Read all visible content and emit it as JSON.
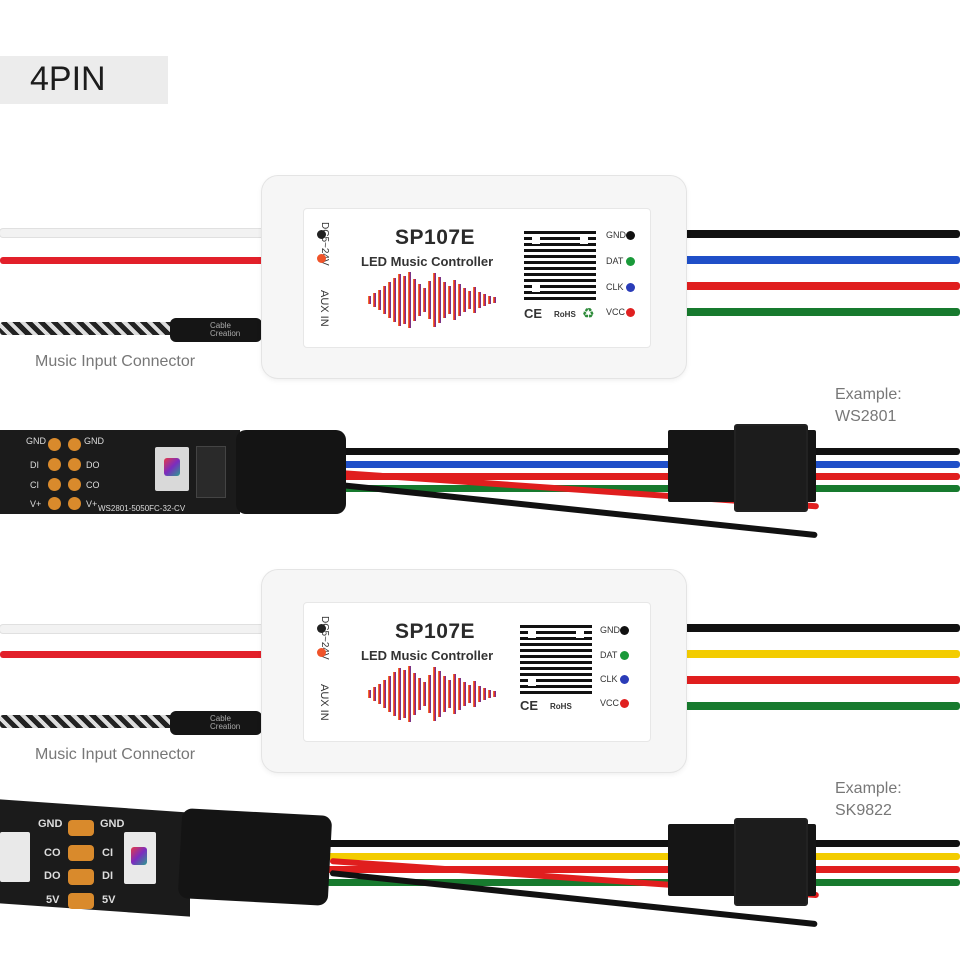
{
  "header": {
    "badge": "4PIN"
  },
  "controllers": [
    {
      "model": "SP107E",
      "subtitle": "LED Music Controller",
      "power": "DC5~24V",
      "aux": "AUX IN",
      "pins": [
        "GND",
        "DAT",
        "CLK",
        "VCC"
      ],
      "pin_colors": [
        "#111111",
        "#1a9a3a",
        "#2a3cb8",
        "#e02020"
      ],
      "cert": [
        "CE",
        "RoHS"
      ],
      "jack_text": [
        "Cable",
        "Creation"
      ],
      "input_caption": "Music Input Connector",
      "example_title": "Example:",
      "example_chip": "WS2801",
      "output_wires": [
        "#111111",
        "#1f4fc8",
        "#e01e1e",
        "#177a2e"
      ]
    },
    {
      "model": "SP107E",
      "subtitle": "LED Music Controller",
      "power": "DC5~24V",
      "aux": "AUX IN",
      "pins": [
        "GND",
        "DAT",
        "CLK",
        "VCC"
      ],
      "pin_colors": [
        "#111111",
        "#1a9a3a",
        "#2a3cb8",
        "#e02020"
      ],
      "cert": [
        "CE",
        "RoHS"
      ],
      "jack_text": [
        "Cable",
        "Creation"
      ],
      "input_caption": "Music Input Connector",
      "example_title": "Example:",
      "example_chip": "SK9822",
      "output_wires": [
        "#111111",
        "#f3cc00",
        "#e01e1e",
        "#177a2e"
      ]
    }
  ],
  "strip1": {
    "pads_left": [
      "GND",
      "DI",
      "CI",
      "V+"
    ],
    "pads_right": [
      "GND",
      "DO",
      "CO",
      "V+"
    ],
    "silkscreen": "WS2801-5050FC-32-CV"
  },
  "strip2": {
    "left": [
      "GND",
      "CO",
      "DO",
      "5V"
    ],
    "right": [
      "GND",
      "CI",
      "DI",
      "5V"
    ]
  }
}
